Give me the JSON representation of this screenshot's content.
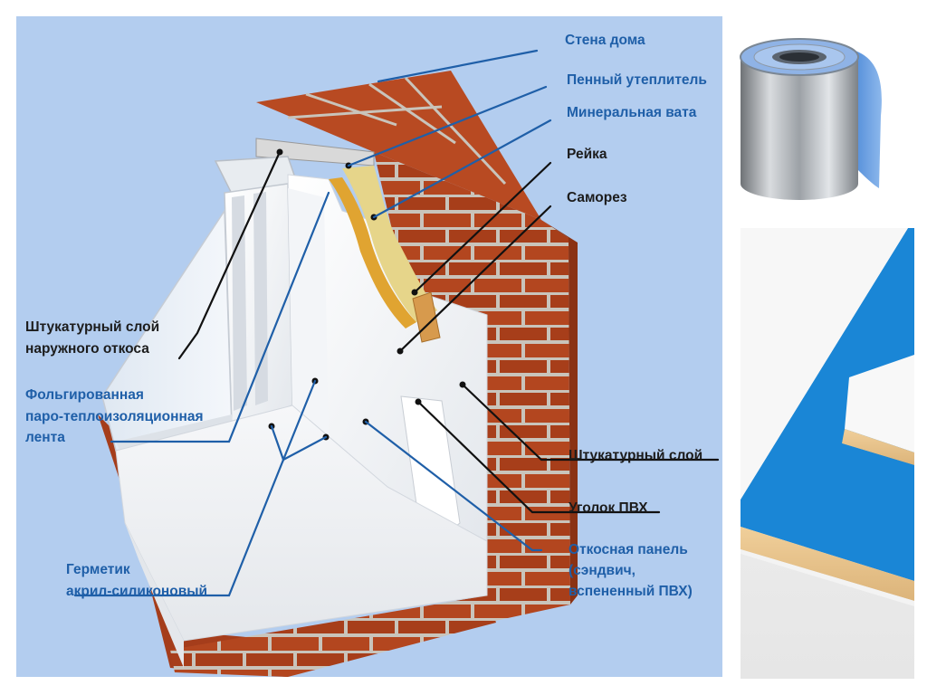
{
  "labels": {
    "wall": "Стена дома",
    "foam": "Пенный утеплитель",
    "mineral_wool": "Минеральная вата",
    "rail": "Рейка",
    "screw": "Саморез",
    "outer_plaster_line1": "Штукатурный слой",
    "outer_plaster_line2": "наружного откоса",
    "foil_tape_line1": "Фольгированная",
    "foil_tape_line2": "паро-теплоизоляционная",
    "foil_tape_line3": "лента",
    "plaster": "Штукатурный слой",
    "pvc_corner": "Уголок ПВХ",
    "slope_panel_line1": "Откосная панель",
    "slope_panel_line2": "(сэндвич,",
    "slope_panel_line3": "вспененный ПВХ)",
    "sealant_line1": "Герметик",
    "sealant_line2": "акрил-силиконовый"
  },
  "colors": {
    "background": "#b3cdef",
    "brick": "#b3461f",
    "brick_dark": "#8a3214",
    "mortar": "#c9c4bb",
    "label_blue": "#1f5fa8",
    "label_dark": "#1c1c1c",
    "foam_yellow": "#e6d58a",
    "panel_blue": "#1a86d6",
    "panel_core": "#e8c48e"
  }
}
